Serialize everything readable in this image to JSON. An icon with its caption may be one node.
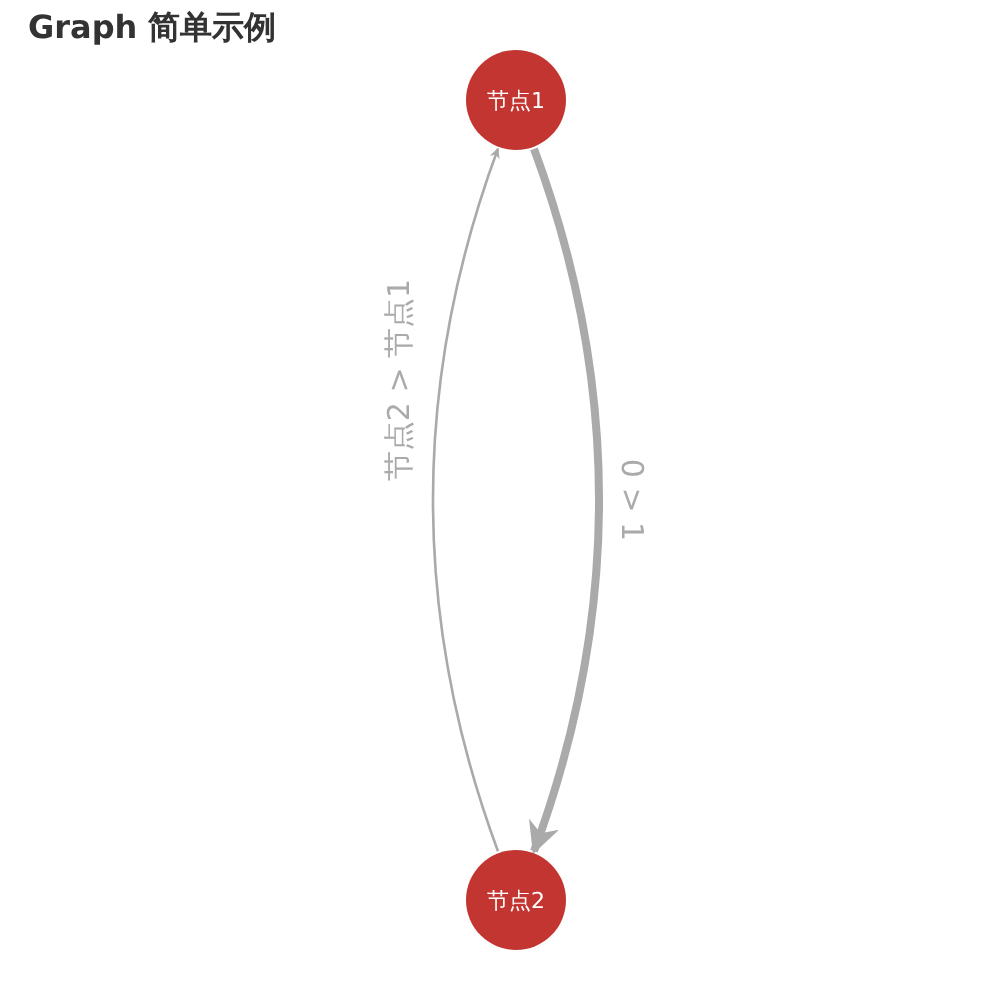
{
  "diagram": {
    "title": "Graph 简单示例",
    "nodes": [
      {
        "text": [
          "节点1"
        ]
      },
      {
        "text": [
          "节点2"
        ]
      }
    ],
    "edges": [
      {
        "from": 0,
        "to": 1,
        "arrow": "to",
        "label": "0 > 1",
        "style": "thick"
      },
      {
        "from": 1,
        "to": 0,
        "arrow": "to",
        "label": "节点2 > 节点1"
      }
    ]
  }
}
